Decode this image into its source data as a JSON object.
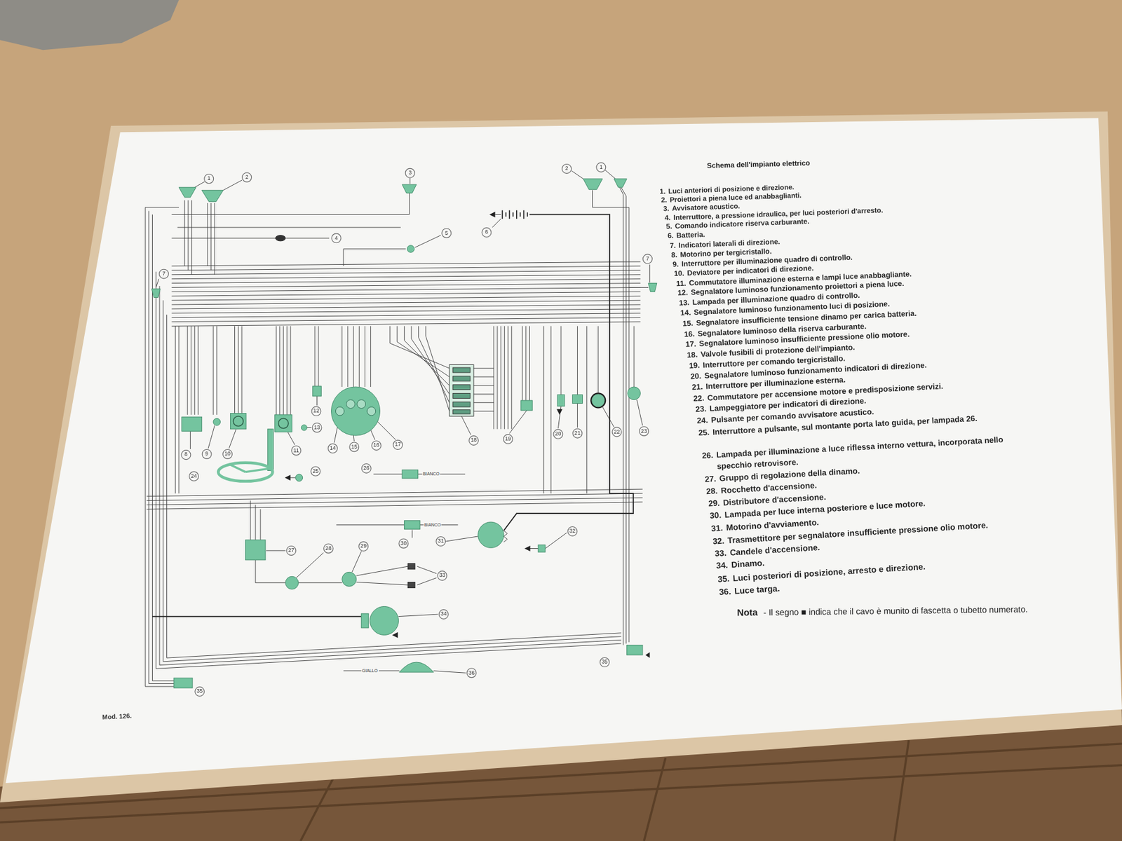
{
  "diagram": {
    "title": "Schema dell'impianto elettrico",
    "labels": [
      "1",
      "2",
      "3",
      "2",
      "1",
      "4",
      "5",
      "6",
      "7",
      "7",
      "8",
      "9",
      "10",
      "11",
      "12",
      "13",
      "14",
      "15",
      "16",
      "17",
      "18",
      "19",
      "20",
      "21",
      "22",
      "23",
      "24",
      "25",
      "26",
      "27",
      "28",
      "29",
      "30",
      "31",
      "32",
      "33",
      "34",
      "35",
      "35",
      "36",
      "1.",
      "Luci anteriori di posizione e direzione.",
      "2.",
      "Proiettori a piena luce ed anabbaglianti.",
      "3.",
      "Avvisatore acustico.",
      "4.",
      "Interruttore, a pressione idraulica, per luci posteriori d'arresto.",
      "5.",
      "Comando indicatore riserva carburante.",
      "6.",
      "Batteria.",
      "7.",
      "Indicatori laterali di direzione.",
      "8.",
      "Motorino per tergicristallo.",
      "9.",
      "Interruttore per illuminazione quadro di controllo.",
      "10.",
      "Deviatore per indicatori di direzione.",
      "11.",
      "Commutatore illuminazione esterna e lampi luce anabbagliante.",
      "12.",
      "Segnalatore luminoso funzionamento proiettori a piena luce.",
      "13.",
      "Lampada per illuminazione quadro di controllo.",
      "14.",
      "Segnalatore luminoso funzionamento luci di posizione.",
      "15.",
      "Segnalatore insufficiente tensione dinamo per carica batteria.",
      "16.",
      "Segnalatore luminoso della riserva carburante.",
      "17.",
      "Segnalatore luminoso insufficiente pressione olio motore.",
      "18.",
      "Valvole fusibili di protezione dell'impianto.",
      "19.",
      "Interruttore per comando tergicristallo.",
      "20.",
      "Segnalatore luminoso funzionamento indicatori di direzione.",
      "21.",
      "Interruttore per illuminazione esterna.",
      "22.",
      "Commutatore per accensione motore e predisposizione servizi.",
      "23.",
      "Lampeggiatore per indicatori di direzione.",
      "24.",
      "Pulsante per comando avvisatore acustico.",
      "25.",
      "Interruttore a pulsante, sul montante porta lato guida, per lampada 26.",
      "26.",
      "Lampada per illuminazione a luce riflessa interno vettura, incorporata nello specchio retrovisore.",
      "27.",
      "Gruppo di regolazione della dinamo.",
      "28.",
      "Rocchetto d'accensione.",
      "29.",
      "Distributore d'accensione.",
      "30.",
      "Lampada per luce interna posteriore e luce motore.",
      "31.",
      "Motorino d'avviamento.",
      "32.",
      "Trasmettitore per segnalatore insufficiente pressione olio motore.",
      "33.",
      "Candele d'accensione.",
      "34.",
      "Dinamo.",
      "35.",
      "Luci posteriori di posizione, arresto e direzione.",
      "36.",
      "Luce targa.",
      "BIANCO",
      "BIANCO",
      "GIALLO",
      "Nota",
      "- Il segno ■ indica che il cavo è munito di fascetta o tubetto numerato.",
      "Mod. 126."
    ]
  }
}
